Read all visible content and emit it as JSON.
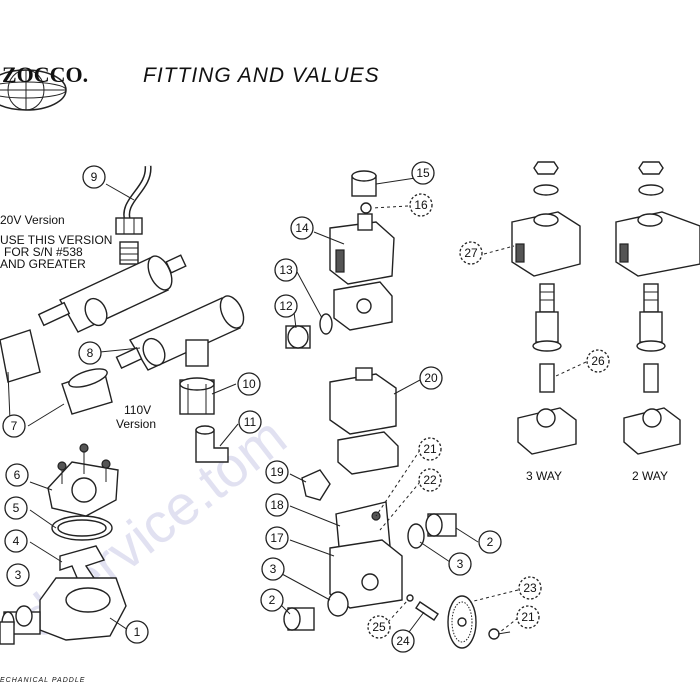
{
  "header": {
    "brand": "ZOCCO.",
    "title": "FITTING AND VALUES"
  },
  "notes": {
    "v220_title": "20V Version",
    "v220_line1": "USE THIS VERSION",
    "v220_line2": "FOR S/N #538",
    "v220_line3": "AND GREATER",
    "v110_line1": "110V",
    "v110_line2": "Version",
    "three_way": "3 WAY",
    "two_way": "2 WAY"
  },
  "footer": {
    "text": "ECHANICAL PADDLE"
  },
  "watermark": {
    "text": "dservice.tom"
  },
  "callouts": [
    {
      "id": "c9",
      "num": "9",
      "dashed": false
    },
    {
      "id": "c15",
      "num": "15",
      "dashed": false
    },
    {
      "id": "c16",
      "num": "16",
      "dashed": true
    },
    {
      "id": "c14",
      "num": "14",
      "dashed": false
    },
    {
      "id": "c13",
      "num": "13",
      "dashed": false
    },
    {
      "id": "c12",
      "num": "12",
      "dashed": false
    },
    {
      "id": "c27",
      "num": "27",
      "dashed": true
    },
    {
      "id": "c26",
      "num": "26",
      "dashed": true
    },
    {
      "id": "c8",
      "num": "8",
      "dashed": false
    },
    {
      "id": "c7",
      "num": "7",
      "dashed": false
    },
    {
      "id": "c10",
      "num": "10",
      "dashed": false
    },
    {
      "id": "c11",
      "num": "11",
      "dashed": false
    },
    {
      "id": "c20",
      "num": "20",
      "dashed": false
    },
    {
      "id": "c21a",
      "num": "21",
      "dashed": true
    },
    {
      "id": "c22",
      "num": "22",
      "dashed": true
    },
    {
      "id": "c19",
      "num": "19",
      "dashed": false
    },
    {
      "id": "c18",
      "num": "18",
      "dashed": false
    },
    {
      "id": "c17",
      "num": "17",
      "dashed": false
    },
    {
      "id": "c6",
      "num": "6",
      "dashed": false
    },
    {
      "id": "c5",
      "num": "5",
      "dashed": false
    },
    {
      "id": "c4",
      "num": "4",
      "dashed": false
    },
    {
      "id": "c3a",
      "num": "3",
      "dashed": false
    },
    {
      "id": "c1",
      "num": "1",
      "dashed": false
    },
    {
      "id": "c2a",
      "num": "2",
      "dashed": false
    },
    {
      "id": "c3b",
      "num": "3",
      "dashed": false
    },
    {
      "id": "c3c",
      "num": "3",
      "dashed": false
    },
    {
      "id": "c2b",
      "num": "2",
      "dashed": false
    },
    {
      "id": "c23",
      "num": "23",
      "dashed": true
    },
    {
      "id": "c21b",
      "num": "21",
      "dashed": true
    },
    {
      "id": "c25",
      "num": "25",
      "dashed": true
    },
    {
      "id": "c24",
      "num": "24",
      "dashed": false
    }
  ]
}
